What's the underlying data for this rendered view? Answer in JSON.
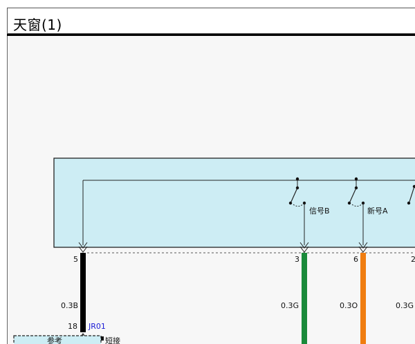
{
  "title": "天窗(1)",
  "switch_labels": {
    "signal_b": "信号B",
    "signal_a": "新号A"
  },
  "pins": {
    "p5": "5",
    "p3": "3",
    "p6": "6",
    "p2": "2"
  },
  "wires": {
    "w5": {
      "spec": "0.3B",
      "color": "#000000"
    },
    "w3": {
      "spec": "0.3G",
      "color": "#1a8a3a"
    },
    "w6": {
      "spec": "0.3O",
      "color": "#f07d10"
    },
    "w2": {
      "spec": "0.3G"
    }
  },
  "connector": {
    "pin": "18",
    "id": "JR01"
  },
  "bottom": {
    "ref_label": "参考",
    "short_label": "短接"
  },
  "colors": {
    "module_fill": "#cdedf4",
    "module_border": "#222222"
  }
}
